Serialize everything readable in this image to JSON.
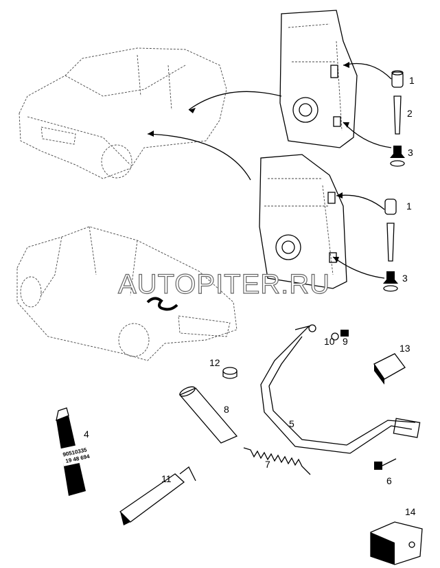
{
  "callouts": {
    "top_1": "1",
    "top_2": "2",
    "top_3": "3",
    "mid_1": "1",
    "mid_3": "3",
    "p10": "10",
    "p9": "9",
    "p13": "13",
    "p12": "12",
    "p8": "8",
    "p5": "5",
    "p4": "4",
    "p7": "7",
    "p6": "6",
    "p11": "11",
    "p14": "14"
  },
  "tube_label": {
    "line1": "90510335",
    "line2": "19 48 694"
  },
  "watermark": "AUTOPITER.RU"
}
